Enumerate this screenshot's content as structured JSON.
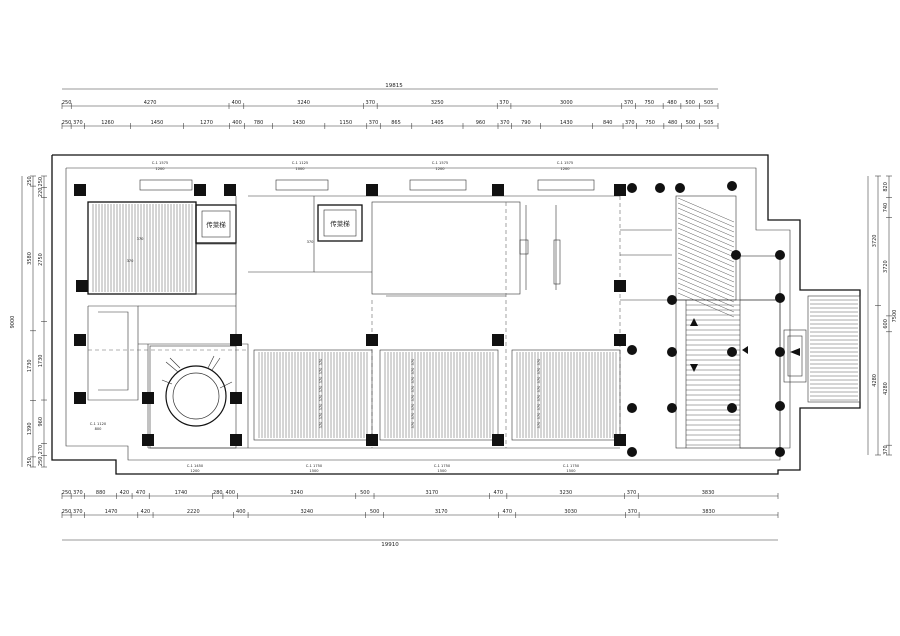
{
  "overall_dims": {
    "top": "19815",
    "bottom": "19910"
  },
  "top_row1": [
    "250",
    "4270",
    "400",
    "3240",
    "370",
    "3250",
    "370",
    "3000",
    "370",
    "750",
    "480",
    "500",
    "505"
  ],
  "top_row2": [
    "250",
    "370",
    "1260",
    "1450",
    "1270",
    "400",
    "780",
    "1430",
    "1150",
    "370",
    "865",
    "1405",
    "960",
    "370",
    "790",
    "1430",
    "840",
    "370",
    "750",
    "480",
    "500",
    "505"
  ],
  "bottom_row1": [
    "250",
    "370",
    "880",
    "420",
    "470",
    "1740",
    "280",
    "400",
    "3240",
    "500",
    "3170",
    "470",
    "3230",
    "370",
    "3830"
  ],
  "bottom_row2": [
    "250",
    "370",
    "1470",
    "420",
    "2220",
    "400",
    "3240",
    "500",
    "3170",
    "470",
    "3030",
    "370",
    "3830"
  ],
  "left_outer": [
    "9000"
  ],
  "left_mid": [
    "250",
    "3580",
    "1730",
    "1390",
    "250"
  ],
  "left_inner": [
    "250",
    "220",
    "2750",
    "1730",
    "960",
    "270",
    "250"
  ],
  "right_outer": [
    "7500"
  ],
  "right_mid": [
    "3720",
    "4280"
  ],
  "right_inner": [
    "820",
    "740",
    "3720",
    "600",
    "4280",
    "370"
  ],
  "rooms": {
    "elevator_top": "传菜梯",
    "elevator_mid": "传菜梯"
  },
  "window_tags": [
    "C-1 1575",
    "C-1 1125",
    "C-1 1575",
    "C-1 1575"
  ],
  "window_subs": [
    "1200",
    "1000",
    "1200",
    "1200"
  ],
  "bottom_tags": [
    "C-1 1120",
    "C-1 1450",
    "C-1 1750",
    "C-1 1750",
    "C-1 1750"
  ],
  "bottom_subs": [
    "800",
    "1200",
    "1500",
    "1500",
    "1500"
  ],
  "step_labels": {
    "area1": [
      "370",
      "370",
      "370",
      "370",
      "370",
      "370",
      "370",
      "370"
    ],
    "area2": [
      "370",
      "370",
      "370",
      "370",
      "370",
      "370",
      "370",
      "370"
    ],
    "area3": [
      "370",
      "370",
      "370",
      "370",
      "370",
      "370",
      "370",
      "370"
    ]
  }
}
